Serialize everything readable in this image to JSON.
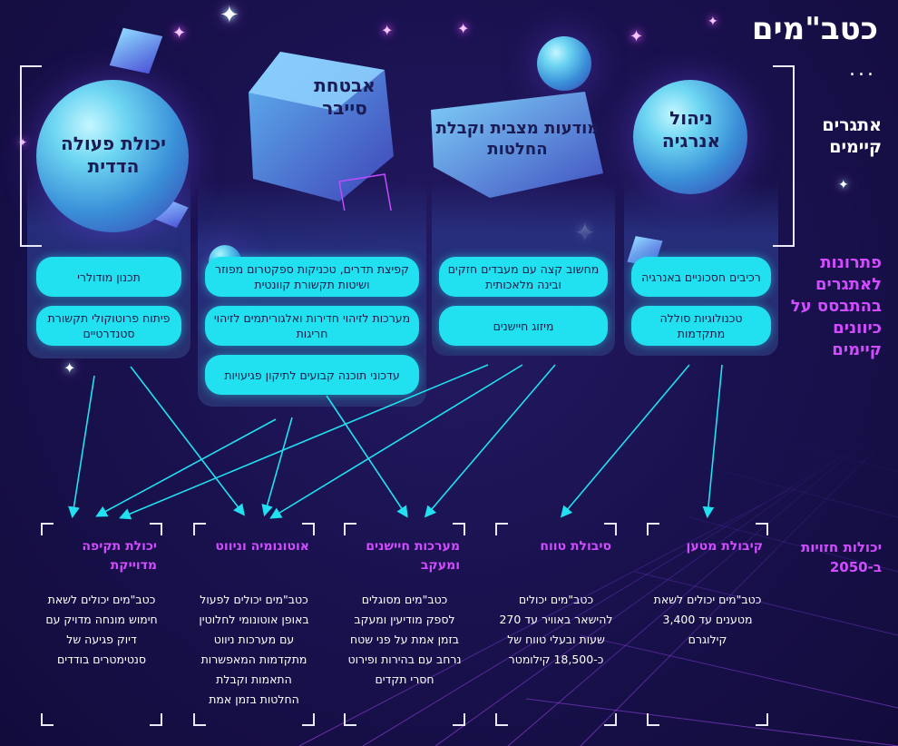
{
  "title": "כטב\"מים",
  "dots": "...",
  "side_labels": {
    "challenges": "אתגרים קיימים",
    "solutions": "פתרונות לאתגרים בהתבסס על כיוונים קיימים",
    "capabilities": "יכולות חזויות ב-2050"
  },
  "challenges": [
    {
      "label": "יכולת פעולה הדדית",
      "solutions": [
        "תכנון מודולרי",
        "פיתוח פרוטוקולי תקשורת סטנדרטיים"
      ]
    },
    {
      "label": "אבטחת סייבר",
      "solutions": [
        "קפיצת תדרים, טכניקות ספקטרום מפוזר ושיטות תקשורת קוונטית",
        "מערכות לזיהוי חדירות ואלגוריתמים לזיהוי חריגות",
        "עדכוני תוכנה קבועים לתיקון פגיעויות"
      ]
    },
    {
      "label": "מודעות מצבית וקבלת החלטות",
      "solutions": [
        "מחשוב קצה עם מעבדים חזקים ובינה מלאכותית",
        "מיזוג חיישנים"
      ]
    },
    {
      "label": "ניהול אנרגיה",
      "solutions": [
        "רכיבים חסכוניים באנרגיה",
        "טכנולוגיות סוללה מתקדמות"
      ]
    }
  ],
  "capabilities": [
    {
      "title": "יכולת תקיפה מדוייקת",
      "text": "כטב\"מים יכולים לשאת חימוש מונחה מדויק עם דיוק פגיעה של סנטימטרים בודדים"
    },
    {
      "title": "אוטונומיה וניווט",
      "text": "כטב\"מים יכולים לפעול באופן אוטונומי לחלוטין עם מערכות ניווט מתקדמות המאפשרות התאמות וקבלת החלטות בזמן אמת"
    },
    {
      "title": "מערכות חיישנים ומעקב",
      "text": "כטב\"מים מסוגלים לספק מודיעין ומעקב בזמן אמת על פני שטח נרחב עם בהירות ופירוט חסרי תקדים"
    },
    {
      "title": "סיבולת טווח",
      "text": "כטב\"מים יכולים להישאר באוויר עד 270 שעות ובעלי טווח של כ-18,500 קילומטר"
    },
    {
      "title": "קיבולת מטען",
      "text": "כטב\"מים יכולים לשאת מטענים עד 3,400 קילוגרם"
    }
  ],
  "colors": {
    "cyan": "#21e1f0",
    "magenta": "#d24cff",
    "background": "#1a1250"
  }
}
